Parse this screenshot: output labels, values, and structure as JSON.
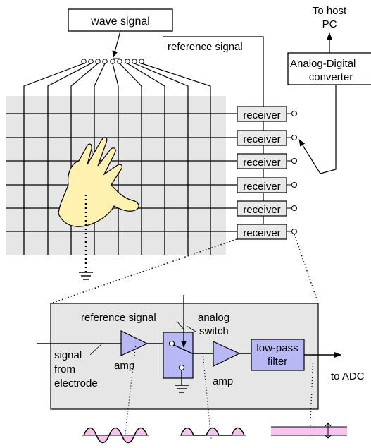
{
  "labels": {
    "wave_signal": "wave signal",
    "reference_signal_top": "reference signal",
    "to_host_line1": "To host",
    "to_host_line2": "PC",
    "adc_line1": "Analog-Digital",
    "adc_line2": "converter",
    "receiver": "receiver",
    "reference_signal_detail": "reference signal",
    "analog_line1": "analog",
    "analog_line2": "switch",
    "signal_line1": "signal",
    "signal_line2": "from",
    "signal_line3": "electrode",
    "amp1": "amp",
    "amp2": "amp",
    "lowpass_line1": "low-pass",
    "lowpass_line2": "filter",
    "to_adc": "to ADC"
  },
  "receivers": [
    "receiver",
    "receiver",
    "receiver",
    "receiver",
    "receiver",
    "receiver"
  ],
  "colors": {
    "grid_bg": "#e6e6e6",
    "receiver_bg": "#e9e9e9",
    "detail_bg": "#e6e6e6",
    "component_blue": "#b8b8f4",
    "hand": "#fff2b0",
    "wave_fill": "#f6c4ee"
  }
}
